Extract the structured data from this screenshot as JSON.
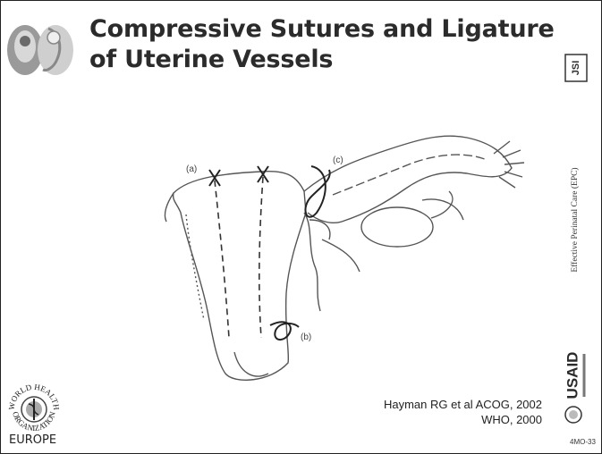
{
  "slide": {
    "title_line1": "Compressive Sutures and Ligature",
    "title_line2": "of Uterine Vessels"
  },
  "figure": {
    "label_a": "(a)",
    "label_b": "(b)",
    "label_c": "(c)"
  },
  "citation": {
    "line1": "Hayman RG et al ACOG, 2002",
    "line2": "WHO, 2000"
  },
  "logos": {
    "jsi": "JSI",
    "side_text": "Effective Perinatal Care (EPC)",
    "usaid": "USAID",
    "who_ring_top": "WORLD HEALTH",
    "who_ring_bottom": "ORGANIZATION",
    "who_region": "EUROPE"
  },
  "slide_code": "4MO-33"
}
